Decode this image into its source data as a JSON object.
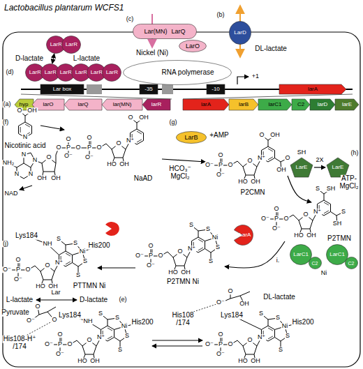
{
  "diagram": {
    "title": "Lactobacillus plantarum WCFS1",
    "nodes": [
      {
        "text": [
          "LarR"
        ]
      },
      {
        "text": [
          "LarR"
        ]
      },
      {
        "text": [
          "Lar(MN)",
          "LarQ"
        ]
      },
      {
        "text": [
          "LarO"
        ]
      },
      {
        "text": [
          "LarD"
        ]
      },
      {
        "text": [
          "LarR"
        ]
      },
      {
        "text": [
          "LarR"
        ]
      },
      {
        "text": [
          "LarR"
        ]
      },
      {
        "text": [
          "LarR"
        ]
      },
      {
        "text": [
          "LarR"
        ]
      },
      {
        "text": [
          "LarR"
        ]
      },
      {
        "text": [
          "RNA polymerase"
        ]
      },
      {
        "text": [
          "Lar box"
        ]
      },
      {
        "text": [
          "-35"
        ]
      },
      {
        "text": [
          "-10"
        ]
      },
      {
        "text": [
          "larA"
        ]
      },
      {
        "text": [
          "hyp"
        ]
      },
      {
        "text": [
          "larO"
        ]
      },
      {
        "text": [
          "larQ"
        ]
      },
      {
        "text": [
          "lar(MN)"
        ]
      },
      {
        "text": [
          "larR"
        ]
      },
      {
        "text": [
          "larA"
        ]
      },
      {
        "text": [
          "larB"
        ]
      },
      {
        "text": [
          "larC1"
        ]
      },
      {
        "text": [
          "C2"
        ]
      },
      {
        "text": [
          "larD"
        ]
      },
      {
        "text": [
          "larE"
        ]
      },
      {
        "text": [
          "LarB"
        ]
      },
      {
        "text": [
          "LarE"
        ]
      },
      {
        "text": [
          "LarE"
        ]
      },
      {
        "text": [
          "LarC1"
        ]
      },
      {
        "text": [
          "C2"
        ]
      },
      {
        "text": [
          "LarC1"
        ]
      },
      {
        "text": [
          "C2"
        ]
      },
      {
        "text": [
          "LarA"
        ]
      }
    ],
    "edges": [
      {
        "from": 0,
        "to": 6,
        "arrow": "both"
      }
    ],
    "labels": [
      "(c)",
      "Nickel (Ni)",
      "(b)",
      "DL-lactate",
      "(d)",
      "D-lactate",
      "L-lactate",
      "+1",
      "(a)",
      "(f)",
      "Nicotinic acid",
      "NaAD",
      "NAD",
      "(g)",
      "+AMP",
      "HCO₃⁻",
      "MgCl₂",
      "P2CMN",
      "(h)",
      "SH",
      "2X",
      "ATP-",
      "MgCl₂",
      "P2TMN",
      "i.",
      "Ni",
      "P2TMN Ni",
      "(j)",
      "Lys184",
      "NH",
      "His200",
      "PTTMN Ni",
      "L-lactate",
      "Lar",
      "D-lactate",
      "(e)",
      "Pyruvate",
      "O",
      "O⁻",
      "O",
      "His108-H⁺",
      "/174",
      "Lys184",
      "NH",
      "His200",
      "His108",
      "/174",
      "O",
      "O⁻",
      "OH",
      "DL-lactate",
      "Lys184",
      "His200",
      "P",
      "O",
      "O⁻",
      "O",
      "O",
      "OH",
      "OH",
      "N",
      "N",
      "N",
      "N",
      "NH₂",
      "O",
      "OH",
      "N",
      "O",
      "P",
      "O",
      "O⁻",
      "O",
      "O",
      "HO",
      "OH",
      "N⁺",
      "O",
      "OH",
      "O⁻",
      "P",
      "O",
      "O⁻",
      "O",
      "O",
      "HO",
      "OH",
      "N⁺",
      "O",
      "OH",
      "O",
      "OH",
      "O⁻",
      "P",
      "O",
      "O⁻",
      "O",
      "O",
      "HO",
      "OH",
      "N⁺",
      "S",
      "SH",
      "S",
      "SH",
      "O⁻",
      "P",
      "O",
      "O⁻",
      "O",
      "O",
      "HO",
      "OH",
      "N⁺",
      "S",
      "S",
      "Ni",
      "S",
      "S",
      "O⁻",
      "P",
      "O",
      "O⁻",
      "O",
      "O",
      "HO",
      "OH",
      "N⁺",
      "S",
      "S",
      "Ni",
      "S",
      "S",
      "O⁻",
      "P",
      "O",
      "O⁻",
      "O",
      "O",
      "HO",
      "OH",
      "N⁺",
      "S",
      "S",
      "Ni",
      "S",
      "S",
      "O⁻",
      "P",
      "O",
      "O⁻",
      "O",
      "O",
      "HO",
      "OH",
      "N⁺",
      "S",
      "S",
      "Ni",
      "S",
      "S"
    ]
  }
}
